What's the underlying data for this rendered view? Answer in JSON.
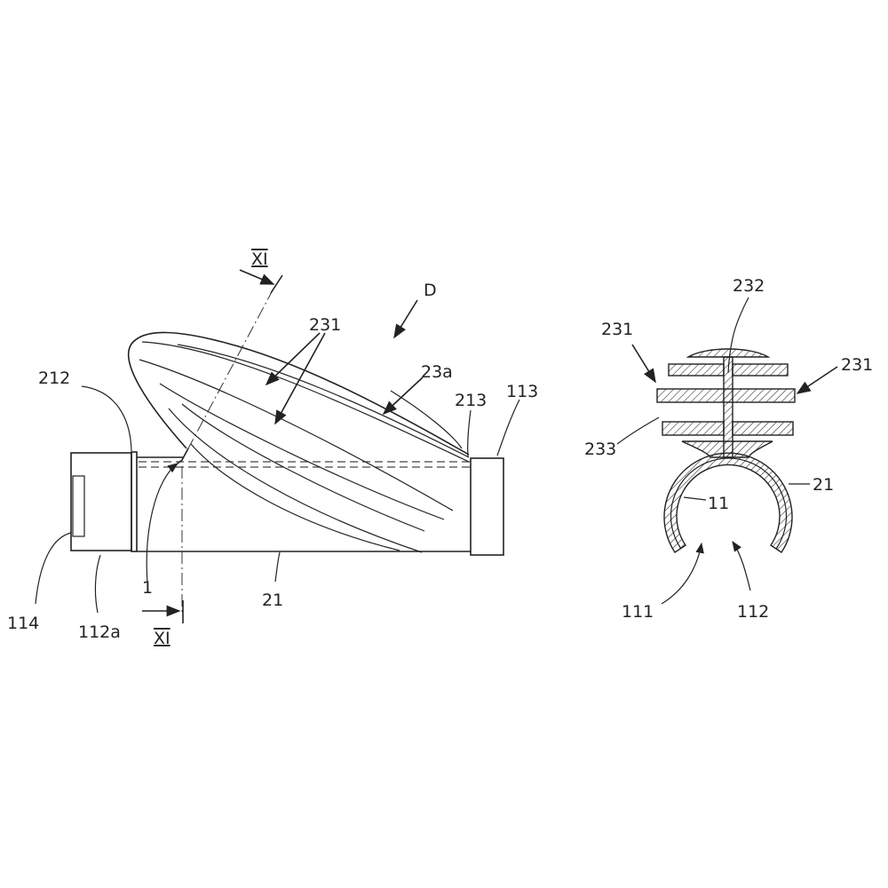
{
  "figure_left": {
    "section_top": "XI",
    "section_bottom": "XI",
    "labels": {
      "D": "D",
      "l231": "231",
      "l23a": "23a",
      "l213": "213",
      "l113": "113",
      "l212": "212",
      "l114": "114",
      "l112a": "112a",
      "l1": "1",
      "l21": "21"
    }
  },
  "figure_right": {
    "labels": {
      "l232": "232",
      "l231_left": "231",
      "l231_right": "231",
      "l233": "233",
      "l21": "21",
      "l11": "11",
      "l111": "111",
      "l112": "112"
    }
  }
}
